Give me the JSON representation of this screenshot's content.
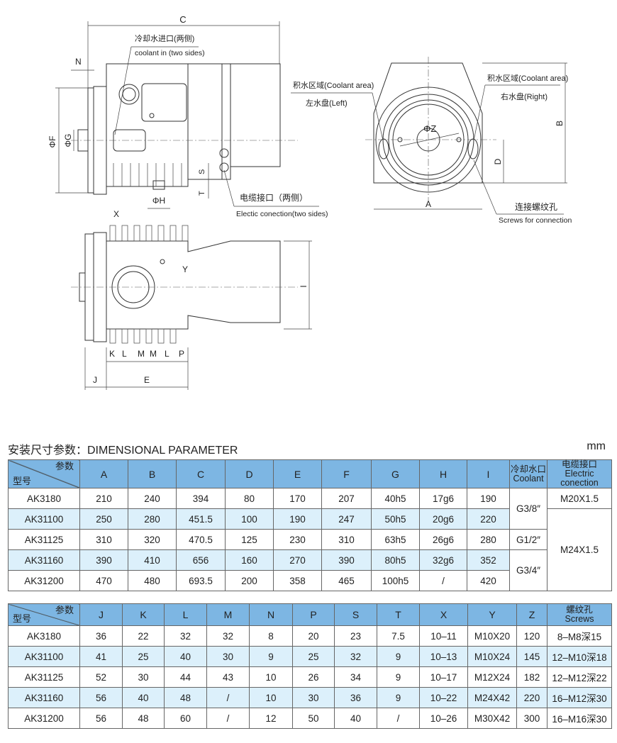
{
  "drawing": {
    "dims": {
      "C": "C",
      "N": "N",
      "F": "ΦF",
      "G": "ΦG",
      "H": "ΦH",
      "S": "S",
      "T": "T",
      "X": "X",
      "Y": "Y",
      "I": "I",
      "J": "J",
      "E": "E",
      "K": "K",
      "L": "L",
      "M": "M",
      "P": "P",
      "A": "A",
      "B": "B",
      "D": "D",
      "Z": "ΦZ"
    },
    "coolant_in_cn": "冷却水进口(两侧)",
    "coolant_in_en": "coolant in (two sides)",
    "electric_cn": "电缆接口（两侧）",
    "electric_en": "Electic conection(two sides)",
    "coolant_area_left": "积水区域(Coolant area)",
    "left_tray": "左水盘(Left)",
    "coolant_area_right": "积水区域(Coolant area)",
    "right_tray": "右水盘(Right)",
    "screws_cn": "连接螺纹孔",
    "screws_en": "Screws for connection"
  },
  "title": "安装尺寸参数：DIMENSIONAL PARAMETER",
  "unit": "mm",
  "corner": {
    "param": "参数",
    "model": "型号"
  },
  "table1": {
    "headers": [
      "A",
      "B",
      "C",
      "D",
      "E",
      "F",
      "G",
      "H",
      "I"
    ],
    "coolant_header": [
      "冷却水口",
      "Coolant"
    ],
    "electric_header": [
      "电缆接口",
      "Electric conection"
    ],
    "rows": [
      {
        "model": "AK3180",
        "v": [
          "210",
          "240",
          "394",
          "80",
          "170",
          "207",
          "40h5",
          "17g6",
          "190"
        ]
      },
      {
        "model": "AK31100",
        "v": [
          "250",
          "280",
          "451.5",
          "100",
          "190",
          "247",
          "50h5",
          "20g6",
          "220"
        ]
      },
      {
        "model": "AK31125",
        "v": [
          "310",
          "320",
          "470.5",
          "125",
          "230",
          "310",
          "63h5",
          "26g6",
          "280"
        ]
      },
      {
        "model": "AK31160",
        "v": [
          "390",
          "410",
          "656",
          "160",
          "270",
          "390",
          "80h5",
          "32g6",
          "352"
        ]
      },
      {
        "model": "AK31200",
        "v": [
          "470",
          "480",
          "693.5",
          "200",
          "358",
          "465",
          "100h5",
          "/",
          "420"
        ]
      }
    ],
    "coolant": [
      "G3/8″",
      "G1/2″",
      "G3/4″"
    ],
    "electric": [
      "M20X1.5",
      "M24X1.5"
    ]
  },
  "table2": {
    "headers": [
      "J",
      "K",
      "L",
      "M",
      "N",
      "P",
      "S",
      "T",
      "X",
      "Y",
      "Z"
    ],
    "screws_header": [
      "螺纹孔",
      "Screws"
    ],
    "rows": [
      {
        "model": "AK3180",
        "v": [
          "36",
          "22",
          "32",
          "32",
          "8",
          "20",
          "23",
          "7.5",
          "10–11",
          "M10X20",
          "120",
          "8–M8深15"
        ]
      },
      {
        "model": "AK31100",
        "v": [
          "41",
          "25",
          "40",
          "30",
          "9",
          "25",
          "32",
          "9",
          "10–13",
          "M10X24",
          "145",
          "12–M10深18"
        ]
      },
      {
        "model": "AK31125",
        "v": [
          "52",
          "30",
          "44",
          "43",
          "10",
          "26",
          "34",
          "9",
          "10–17",
          "M12X24",
          "182",
          "12–M12深22"
        ]
      },
      {
        "model": "AK31160",
        "v": [
          "56",
          "40",
          "48",
          "/",
          "10",
          "30",
          "36",
          "9",
          "10–22",
          "M24X42",
          "220",
          "16–M12深30"
        ]
      },
      {
        "model": "AK31200",
        "v": [
          "56",
          "48",
          "60",
          "/",
          "12",
          "50",
          "40",
          "/",
          "10–26",
          "M30X42",
          "300",
          "16–M16深30"
        ]
      }
    ]
  }
}
